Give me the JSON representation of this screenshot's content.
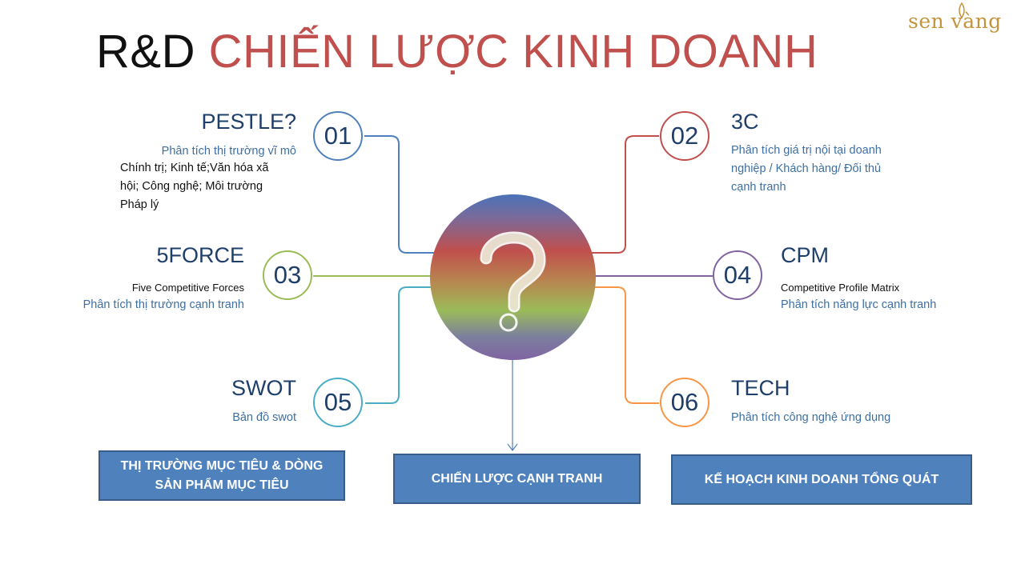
{
  "header": {
    "title_prefix": "R&D",
    "title_main": "CHIẾN LƯỢC KINH DOANH",
    "logo_text": "sen vàng"
  },
  "center": {
    "symbol": "?"
  },
  "items": [
    {
      "number": "01",
      "title": "PESTLE?",
      "subtitle": "Phân tích thị trường vĩ mô",
      "details": [
        "Chính  trị; Kinh tế;Văn hóa xã",
        "hội; Công nghệ; Môi trường",
        "Pháp lý"
      ],
      "color": "#4f81bd"
    },
    {
      "number": "02",
      "title": "3C",
      "subtitle_lines": [
        "Phân tích giá trị nội tại doanh",
        "nghiệp / Khách hàng/ Đối thủ",
        "cạnh tranh"
      ],
      "color": "#c0504d"
    },
    {
      "number": "03",
      "title": "5FORCE",
      "english": "Five Competitive Forces",
      "subtitle": "Phân tích thị trường cạnh tranh",
      "color": "#9bbb59"
    },
    {
      "number": "04",
      "title": "CPM",
      "english": "Competitive Profile Matrix",
      "subtitle": "Phân tích năng lực cạnh tranh",
      "color": "#8064a2"
    },
    {
      "number": "05",
      "title": "SWOT",
      "subtitle": "Bản đồ swot",
      "color": "#4bacc6"
    },
    {
      "number": "06",
      "title": "TECH",
      "subtitle": "Phân tích công nghệ ứng dụng",
      "color": "#f79646"
    }
  ],
  "boxes": {
    "left_line1": "THỊ TRƯỜNG MỤC TIÊU & DÒNG",
    "left_line2": "SẢN PHẨM MỤC TIÊU",
    "middle": "CHIẾN LƯỢC CẠNH TRANH",
    "right": "KẾ HOẠCH KINH DOANH TỔNG QUÁT"
  }
}
